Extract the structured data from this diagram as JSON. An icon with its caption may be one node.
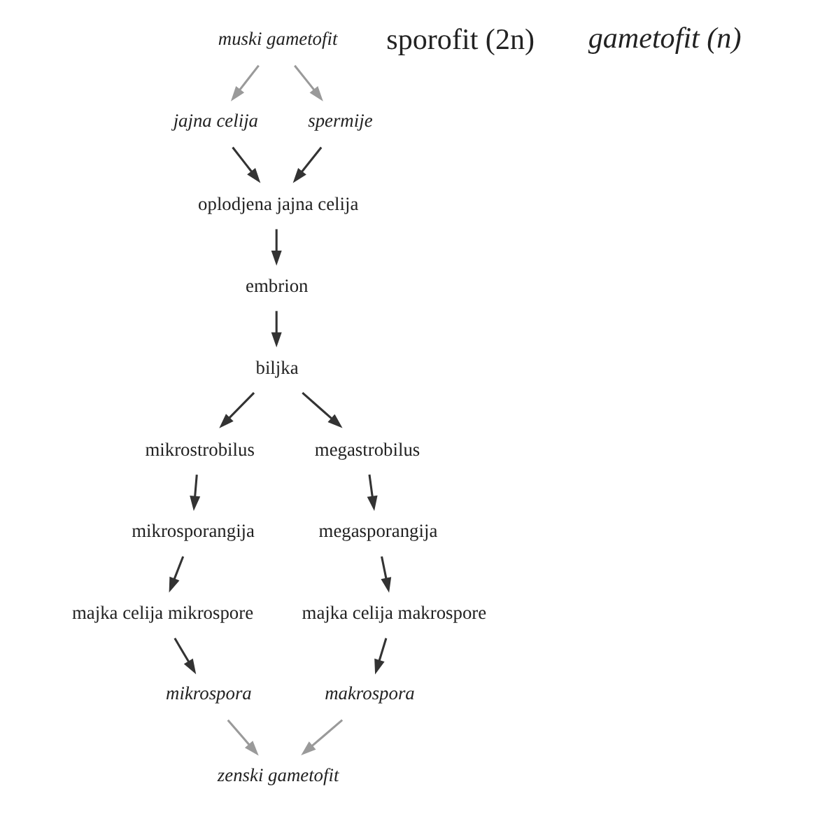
{
  "diagram": {
    "nodes": [
      {
        "text": [
          "mikrosporangija"
        ]
      },
      {
        "text": [
          "majka celija mikrospore"
        ]
      },
      {
        "text": [
          "megasporangija"
        ]
      },
      {
        "text": [
          "majka celija makrospore"
        ]
      },
      {
        "text": [
          "mikrostrobilus"
        ]
      },
      {
        "text": [
          "megastrobilus"
        ]
      },
      {
        "text": [
          "biljka"
        ]
      },
      {
        "text": [
          "embrion"
        ]
      },
      {
        "text": [
          "oplodjena jajna celija"
        ]
      },
      {
        "text": [
          "mikrospora"
        ]
      },
      {
        "text": [
          "makrospora"
        ]
      },
      {
        "text": [
          "zenski gametofit"
        ]
      },
      {
        "text": [
          "muski gametofit"
        ]
      },
      {
        "text": [
          "jajna celija"
        ]
      },
      {
        "text": [
          "spermije"
        ]
      }
    ],
    "edges": [
      {
        "from": 6,
        "to": 4,
        "arrow": "to"
      },
      {
        "from": 6,
        "to": 5,
        "arrow": "to"
      },
      {
        "from": 4,
        "to": 0,
        "arrow": "to"
      },
      {
        "from": 5,
        "to": 2,
        "arrow": "to"
      },
      {
        "from": 0,
        "to": 1,
        "arrow": "to"
      },
      {
        "from": 2,
        "to": 3,
        "arrow": "to"
      },
      {
        "from": 1,
        "to": 9,
        "arrow": "to"
      },
      {
        "from": 3,
        "to": 10,
        "arrow": "to"
      },
      {
        "from": 9,
        "to": 11,
        "arrow": "to",
        "color": "#9a9a9a"
      },
      {
        "from": 10,
        "to": 11,
        "arrow": "to",
        "color": "#9a9a9a"
      },
      {
        "from": 12,
        "to": 13,
        "arrow": "to",
        "color": "#9a9a9a"
      },
      {
        "from": 12,
        "to": 14,
        "arrow": "to",
        "color": "#9a9a9a"
      },
      {
        "from": 13,
        "to": 8,
        "arrow": "to"
      },
      {
        "from": 14,
        "to": 8,
        "arrow": "to"
      },
      {
        "from": 8,
        "to": 7,
        "arrow": "to"
      },
      {
        "from": 7,
        "to": 6,
        "arrow": "to"
      }
    ],
    "labels": [
      "sporofit (2n)",
      "gametofit (n)"
    ]
  }
}
